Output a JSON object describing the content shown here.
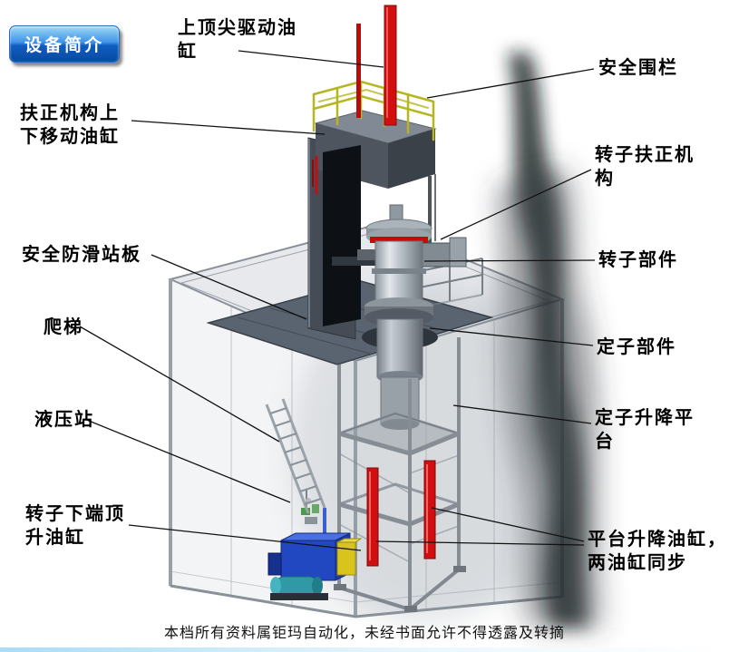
{
  "slide": {
    "badge_label": "设备简介",
    "footer_text": "本档所有资料属钜玛自动化，未经书面允许不得透露及转摘"
  },
  "callouts": [
    {
      "name": "top-center-drive-cylinder",
      "text": "上顶尖驱动油\n缸"
    },
    {
      "name": "safety-fence",
      "text": "安全围栏"
    },
    {
      "name": "centering-mech-updown-cylinder",
      "text": "扶正机构上\n下移动油缸"
    },
    {
      "name": "rotor-centering-mechanism",
      "text": "转子扶正机\n构"
    },
    {
      "name": "anti-slip-standing-plate",
      "text": "安全防滑站板"
    },
    {
      "name": "rotor-component",
      "text": "转子部件"
    },
    {
      "name": "ladder",
      "text": "爬梯"
    },
    {
      "name": "stator-component",
      "text": "定子部件"
    },
    {
      "name": "hydraulic-station",
      "text": "液压站"
    },
    {
      "name": "stator-lift-platform",
      "text": "定子升降平\n台"
    },
    {
      "name": "rotor-bottom-jack-cylinder",
      "text": "转子下端顶\n升油缸"
    },
    {
      "name": "platform-lift-cylinders",
      "text": "平台升降油缸，\n两油缸同步"
    }
  ],
  "colors": {
    "badge_blue": "#0f5cc0",
    "cylinder_red": "#d01010",
    "railing_yellow": "#b6b61e",
    "hydraulic_blue": "#2148c0",
    "steel_gray": "#8d949c",
    "plate_gray": "#5a6470"
  }
}
